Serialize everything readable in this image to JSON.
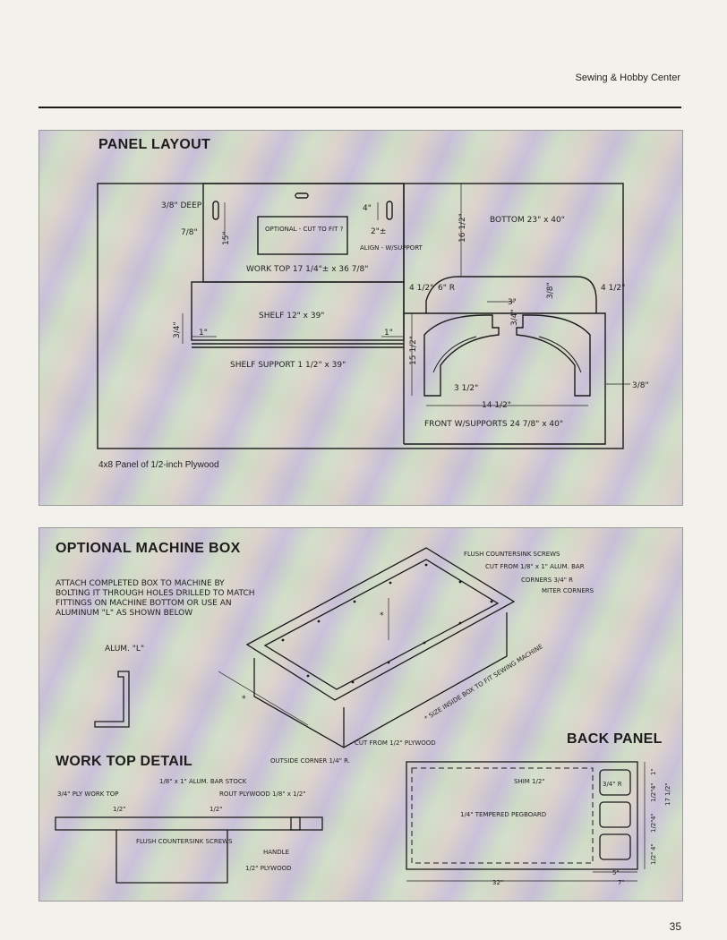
{
  "header": {
    "running_head": "Sewing & Hobby Center"
  },
  "panel_layout": {
    "title": "PANEL LAYOUT",
    "caption": "4x8 Panel of 1/2-inch Plywood",
    "labels": {
      "deep": "3/8\" DEEP",
      "seven_eighths": "7/8\"",
      "fifteen": "15\"",
      "optional_cut": "OPTIONAL - CUT TO FIT ?",
      "four": "4\"",
      "two_plus": "2\"±",
      "align": "ALIGN - W/SUPPORT",
      "work_top": "WORK TOP 17 1/4\"± x 36 7/8\"",
      "shelf": "SHELF 12\" x 39\"",
      "one_in_left": "1\"",
      "one_in_right": "1\"",
      "three_quarter": "3/4\"",
      "shelf_support": "SHELF SUPPORT 1 1/2\" x 39\"",
      "bottom": "BOTTOM 23\" x 40\"",
      "sixteen_half": "16 1/2\"",
      "four_half_left": "4 1/2\"",
      "six_r": "6\" R",
      "three": "3\"",
      "three_eighths_top": "3/8\"",
      "three_quarter_b": "3/4\"",
      "four_half_right": "4 1/2\"",
      "fifteen_half": "15 1/2\"",
      "three_half": "3 1/2\"",
      "fourteen_half": "14 1/2\"",
      "three_eighths_right": "3/8\"",
      "front_supports": "FRONT W/SUPPORTS 24 7/8\" x 40\""
    }
  },
  "machine_box": {
    "title": "OPTIONAL MACHINE BOX",
    "instructions": "ATTACH COMPLETED BOX TO MACHINE BY BOLTING IT THROUGH HOLES DRILLED TO MATCH FITTINGS ON MACHINE BOTTOM OR USE AN ALUMINUM \"L\" AS SHOWN BELOW",
    "alum_l": "ALUM. \"L\"",
    "flush_screws": "FLUSH COUNTERSINK SCREWS",
    "cut_from_bar": "CUT FROM 1/8\" x 1\" ALUM. BAR",
    "corners": "CORNERS 3/4\" R",
    "miter": "MITER CORNERS",
    "star_size": "* SIZE INSIDE BOX TO FIT SEWING MACHINE",
    "cut_from_ply": "CUT FROM 1/2\" PLYWOOD",
    "outside_corner": "OUTSIDE CORNER 1/4\" R."
  },
  "work_top_detail": {
    "title": "WORK TOP DETAIL",
    "bar_stock": "1/8\" x 1\" ALUM. BAR STOCK",
    "ply_work_top": "3/4\" PLY WORK TOP",
    "rout": "ROUT PLYWOOD 1/8\" x 1/2\"",
    "half": "1/2\"",
    "half_b": "1/2\"",
    "flush": "FLUSH COUNTERSINK SCREWS",
    "handle": "HANDLE",
    "half_ply": "1/2\" PLYWOOD"
  },
  "back_panel": {
    "title": "BACK PANEL",
    "shim": "SHIM 1/2\"",
    "pegboard": "1/4\" TEMPERED PEGBOARD",
    "corner_r": "3/4\" R",
    "thirty_two": "32\"",
    "five": "5\"",
    "seven": "7\"",
    "one": "1\"",
    "four_a": "4\"",
    "half_a": "1/2\"",
    "four_b": "4\"",
    "half_b": "1/2\"",
    "four_c": "4\"",
    "half_c": "1/2\"",
    "seventeen_half": "17 1/2\""
  },
  "footer": {
    "page_number": "35"
  }
}
